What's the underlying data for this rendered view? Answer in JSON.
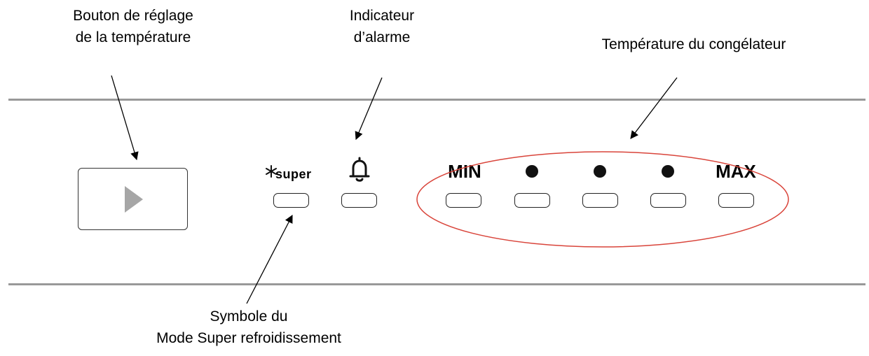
{
  "labels": {
    "temp_button_line1": "Bouton de réglage",
    "temp_button_line2": "de la température",
    "alarm_line1": "Indicateur",
    "alarm_line2": "d’alarme",
    "freezer_temp": "Température du congélateur",
    "super_line1": "Symbole du",
    "super_line2": "Mode Super refroidissement"
  },
  "panel": {
    "super_label": "super",
    "min_label": "MIN",
    "max_label": "MAX"
  },
  "icons": {
    "temp_button": "play-triangle-icon",
    "super": "snowflake-icon",
    "alarm": "bell-icon",
    "level": "dot-icon"
  },
  "colors": {
    "highlight_ellipse": "#d9443a",
    "panel_rule": "#999999",
    "play_triangle": "#a6a6a6"
  }
}
